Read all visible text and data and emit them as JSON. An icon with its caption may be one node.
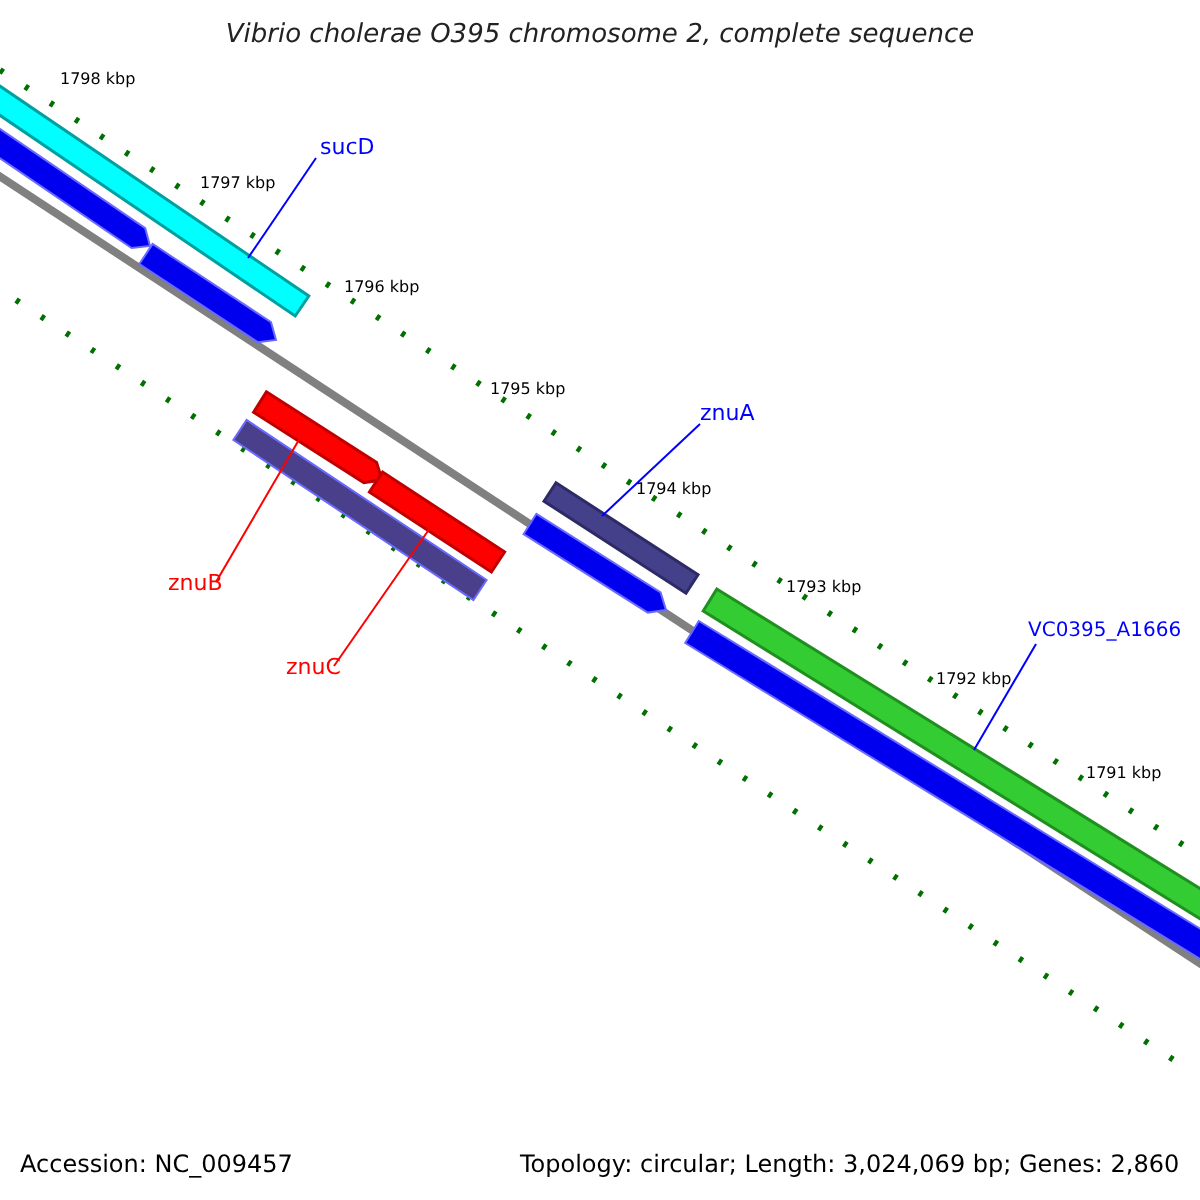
{
  "diagram": {
    "title": "Vibrio cholerae O395 chromosome 2, complete sequence",
    "nodes": [
      {
        "text": [
          "sucD"
        ]
      },
      {
        "text": [],
        "shape": "bar"
      },
      {
        "text": [
          "znuA"
        ]
      },
      {
        "text": [],
        "shape": "bar"
      },
      {
        "text": [
          "znuB"
        ]
      },
      {
        "text": [],
        "shape": "bar"
      },
      {
        "text": [
          "znuC"
        ]
      },
      {
        "text": [],
        "shape": "bar"
      },
      {
        "text": [
          "VC0395_A1666"
        ]
      },
      {
        "text": [],
        "shape": "bar"
      }
    ],
    "edges": [
      {
        "from": 0,
        "to": 1,
        "arrow": "none"
      },
      {
        "from": 2,
        "to": 3,
        "arrow": "none"
      },
      {
        "from": 4,
        "to": 5,
        "arrow": "none",
        "color": "#ff0000"
      },
      {
        "from": 6,
        "to": 7,
        "arrow": "none",
        "color": "#ff0000"
      },
      {
        "from": 8,
        "to": 9,
        "arrow": "none"
      }
    ],
    "labels": [
      "1798 kbp",
      "1797 kbp",
      "1796 kbp",
      "1795 kbp",
      "1794 kbp",
      "1793 kbp",
      "1792 kbp",
      "1791 kbp",
      "Accession: NC_009457",
      "Topology: circular; Length: 3,024,069 bp; Genes: 2,860"
    ]
  }
}
